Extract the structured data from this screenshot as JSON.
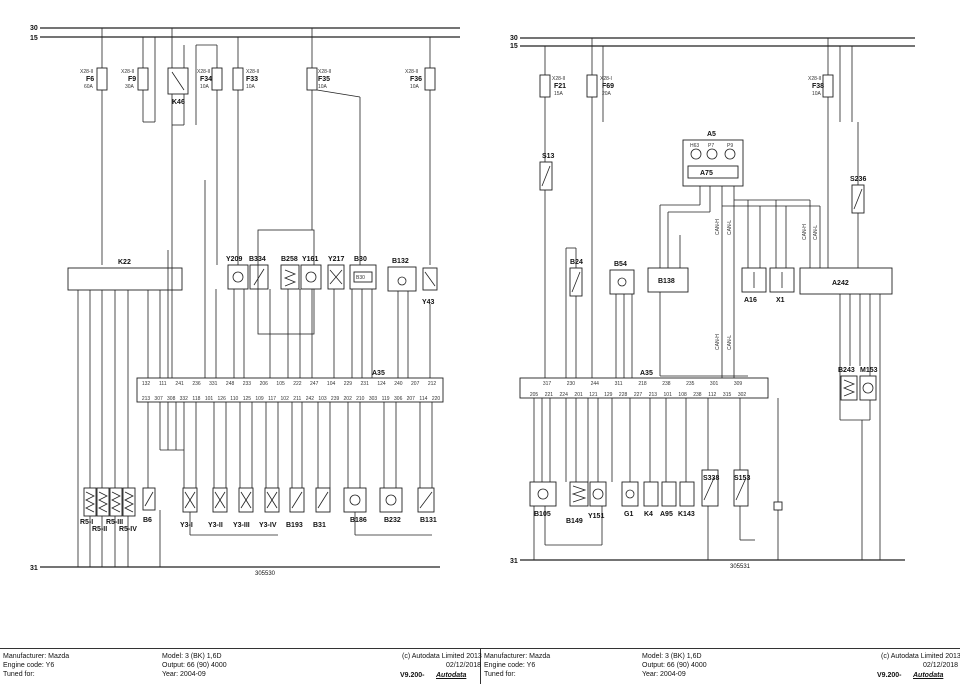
{
  "left": {
    "bus30": "30",
    "bus15": "15",
    "bus31": "31",
    "fuses": [
      {
        "block": "X28-II",
        "name": "F6",
        "rating": "60A"
      },
      {
        "block": "X28-II",
        "name": "F9",
        "rating": "30A"
      },
      {
        "block": "X28-II",
        "name": "F34",
        "rating": "10A"
      },
      {
        "block": "X28-II",
        "name": "F33",
        "rating": "10A"
      },
      {
        "block": "X28-II",
        "name": "F35",
        "rating": "10A"
      },
      {
        "block": "X28-II",
        "name": "F36",
        "rating": "10A"
      }
    ],
    "relay": "K46",
    "module": "K22",
    "ecu": "A35",
    "sensors_top": [
      "Y209",
      "B334",
      "B258",
      "Y161",
      "Y217",
      "B30",
      "B132",
      "Y43"
    ],
    "b30_inner": "B30",
    "bottom": [
      "R5-I",
      "R5-II",
      "R5-III",
      "R5-IV",
      "B6",
      "Y3-I",
      "Y3-II",
      "Y3-III",
      "Y3-IV",
      "B193",
      "B31",
      "B186",
      "B232",
      "B131"
    ],
    "pins_top": [
      "132",
      "111",
      "241",
      "236",
      "331",
      "248",
      "233",
      "206",
      "105",
      "222",
      "247",
      "104",
      "229",
      "231",
      "124",
      "240",
      "207",
      "212"
    ],
    "pins_bottom": [
      "213",
      "307",
      "308",
      "332",
      "118",
      "101",
      "126",
      "110",
      "125",
      "109",
      "117",
      "102",
      "211",
      "242",
      "103",
      "239",
      "202",
      "210",
      "303",
      "119",
      "306",
      "207",
      "114",
      "220"
    ],
    "ref": "305530"
  },
  "right": {
    "bus30": "30",
    "bus15": "15",
    "bus31": "31",
    "fuses": [
      {
        "block": "X28-II",
        "name": "F21",
        "rating": "15A"
      },
      {
        "block": "X28-I",
        "name": "F69",
        "rating": "20A"
      },
      {
        "block": "X28-II",
        "name": "F38",
        "rating": "10A"
      }
    ],
    "switches": [
      "S13",
      "S236"
    ],
    "a5": "A5",
    "a5_inner": [
      "H63",
      "P7",
      "P9"
    ],
    "a75": "A75",
    "modules": [
      "B24",
      "B54",
      "B138",
      "A16",
      "X1",
      "A242",
      "B243",
      "M153"
    ],
    "can_labels": [
      "CAN-H",
      "CAN-L",
      "CAN-H",
      "CAN-L",
      "CAN-H",
      "CAN-L"
    ],
    "ecu": "A35",
    "bottom": [
      "B105",
      "B149",
      "Y151",
      "G1",
      "K4",
      "A95",
      "K143",
      "S338",
      "S153"
    ],
    "pins_top": [
      "317",
      "230",
      "244",
      "311",
      "218",
      "238",
      "235",
      "301",
      "309"
    ],
    "pins_bottom": [
      "205",
      "221",
      "224",
      "201",
      "121",
      "129",
      "228",
      "227",
      "213",
      "101",
      "108",
      "238",
      "112",
      "315",
      "302"
    ],
    "ref": "305531"
  },
  "footer": {
    "left": {
      "manufacturer": "Manufacturer: Mazda",
      "engine": "Engine code: Y6",
      "tuned": "Tuned for:",
      "model": "Model: 3 (BK) 1,6D",
      "output": "Output: 66 (90) 4000",
      "year": "Year: 2004-09",
      "copyright": "(c) Autodata Limited 2013",
      "date": "02/12/2018",
      "version": "V9.200-",
      "brand": "Autodata"
    },
    "right": {
      "manufacturer": "Manufacturer: Mazda",
      "engine": "Engine code: Y6",
      "tuned": "Tuned for:",
      "model": "Model: 3 (BK) 1,6D",
      "output": "Output: 66 (90) 4000",
      "year": "Year: 2004-09",
      "copyright": "(c) Autodata Limited 2013",
      "date": "02/12/2018",
      "version": "V9.200-",
      "brand": "Autodata"
    }
  }
}
